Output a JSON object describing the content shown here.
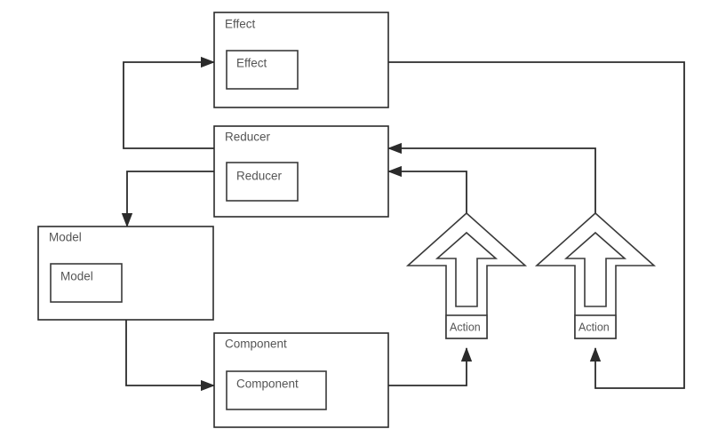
{
  "diagram": {
    "title": "",
    "colors": {
      "background": "#ffffff",
      "box_stroke": "#2b2b2b",
      "inner_stroke": "#3a3a3a",
      "connector": "#2b2b2b",
      "text": "#555555"
    },
    "nodes": [
      {
        "id": "effect",
        "outer_label": "Effect",
        "inner_label": "Effect"
      },
      {
        "id": "reducer",
        "outer_label": "Reducer",
        "inner_label": "Reducer"
      },
      {
        "id": "model",
        "outer_label": "Model",
        "inner_label": "Model"
      },
      {
        "id": "component",
        "outer_label": "Component",
        "inner_label": "Component"
      }
    ],
    "actions": [
      {
        "id": "action-left",
        "label": "Action"
      },
      {
        "id": "action-right",
        "label": "Action"
      }
    ]
  }
}
